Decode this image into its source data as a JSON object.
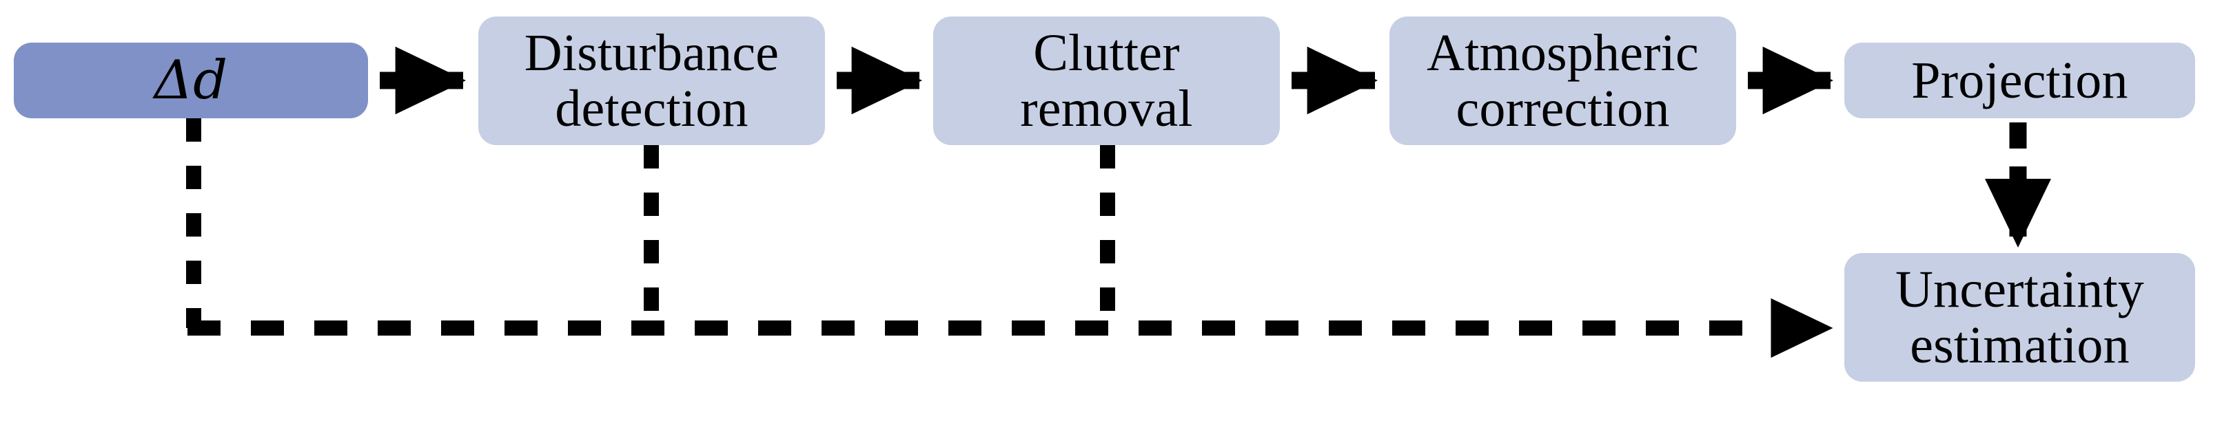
{
  "diagram": {
    "title": "Processing chain flowchart",
    "colors": {
      "input_fill": "#7f91c6",
      "stage_fill": "#c7cfe4",
      "arrow": "#000000",
      "text": "#000000",
      "background": "#ffffff"
    },
    "nodes": [
      {
        "id": "delta-d",
        "label": "Δd",
        "kind": "input",
        "lines": 1
      },
      {
        "id": "disturbance-detection",
        "label": "Disturbance\ndetection",
        "kind": "stage",
        "lines": 2
      },
      {
        "id": "clutter-removal",
        "label": "Clutter\nremoval",
        "kind": "stage",
        "lines": 2
      },
      {
        "id": "atmospheric-correction",
        "label": "Atmospheric\ncorrection",
        "kind": "stage",
        "lines": 2
      },
      {
        "id": "projection",
        "label": "Projection",
        "kind": "stage",
        "lines": 1
      },
      {
        "id": "uncertainty-estimation",
        "label": "Uncertainty\nestimation",
        "kind": "stage",
        "lines": 2
      }
    ],
    "edges": [
      {
        "id": "e1",
        "from": "delta-d",
        "to": "disturbance-detection",
        "style": "solid",
        "direction": "right"
      },
      {
        "id": "e2",
        "from": "disturbance-detection",
        "to": "clutter-removal",
        "style": "solid",
        "direction": "right"
      },
      {
        "id": "e3",
        "from": "clutter-removal",
        "to": "atmospheric-correction",
        "style": "solid",
        "direction": "right"
      },
      {
        "id": "e4",
        "from": "atmospheric-correction",
        "to": "projection",
        "style": "solid",
        "direction": "right"
      },
      {
        "id": "e5",
        "from": "projection",
        "to": "uncertainty-estimation",
        "style": "solid",
        "direction": "down"
      },
      {
        "id": "e6",
        "from": "delta-d",
        "to": "uncertainty-estimation",
        "style": "dashed",
        "direction": "down-right"
      },
      {
        "id": "e7",
        "from": "disturbance-detection",
        "to": "uncertainty-estimation",
        "style": "dashed",
        "direction": "down-right"
      },
      {
        "id": "e8",
        "from": "clutter-removal",
        "to": "uncertainty-estimation",
        "style": "dashed",
        "direction": "down-right"
      }
    ]
  }
}
